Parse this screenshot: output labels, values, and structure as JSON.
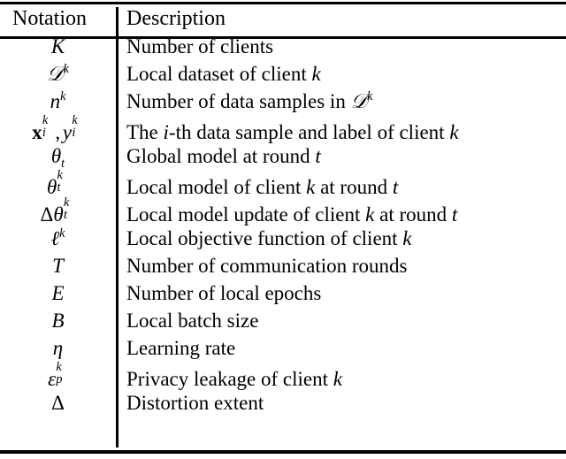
{
  "table": {
    "headers": {
      "notation": "Notation",
      "description": "Description"
    },
    "rows": [
      {
        "notation_text": "K",
        "description": "Number of clients"
      },
      {
        "notation_text": "𝒟^k",
        "description": "Local dataset of client k"
      },
      {
        "notation_text": "n^k",
        "description": "Number of data samples in 𝒟^k"
      },
      {
        "notation_text": "x_i^k, y_i^k",
        "description": "The i-th data sample and label of client k"
      },
      {
        "notation_text": "θ_t",
        "description": "Global model at round t"
      },
      {
        "notation_text": "θ_t^k",
        "description": "Local model of client k at round t"
      },
      {
        "notation_text": "Δθ_t^k",
        "description": "Local model update of client k at round t"
      },
      {
        "notation_text": "ℓ^k",
        "description": "Local objective function of client k"
      },
      {
        "notation_text": "T",
        "description": "Number of communication rounds"
      },
      {
        "notation_text": "E",
        "description": "Number of local epochs"
      },
      {
        "notation_text": "B",
        "description": "Local batch size"
      },
      {
        "notation_text": "η",
        "description": "Learning rate"
      },
      {
        "notation_text": "ϵ_p^k",
        "description": "Privacy leakage of client k"
      },
      {
        "notation_text": "Δ",
        "description": "Distortion extent"
      }
    ],
    "description_parts": [
      {
        "pre": "Number of clients",
        "math": "",
        "post": ""
      },
      {
        "pre": "Local dataset of client ",
        "math": "k",
        "post": ""
      },
      {
        "pre": "Number of data samples in ",
        "math": "D^k",
        "post": ""
      },
      {
        "pre": "The ",
        "math": "i",
        "post": "-th data sample and label of client k"
      },
      {
        "pre": "Global model at round ",
        "math": "t",
        "post": ""
      },
      {
        "pre": "Local model of client ",
        "math": "k",
        "post": " at round t"
      },
      {
        "pre": "Local model update of client ",
        "math": "k",
        "post": " at round t"
      },
      {
        "pre": "Local objective function of client ",
        "math": "k",
        "post": ""
      },
      {
        "pre": "Number of communication rounds",
        "math": "",
        "post": ""
      },
      {
        "pre": "Number of local epochs",
        "math": "",
        "post": ""
      },
      {
        "pre": "Local batch size",
        "math": "",
        "post": ""
      },
      {
        "pre": "Learning rate",
        "math": "",
        "post": ""
      },
      {
        "pre": "Privacy leakage of client ",
        "math": "k",
        "post": ""
      },
      {
        "pre": "Distortion extent",
        "math": "",
        "post": ""
      }
    ],
    "colors": {
      "text": "#000000",
      "background": "#ffffff",
      "rule": "#000000"
    }
  }
}
